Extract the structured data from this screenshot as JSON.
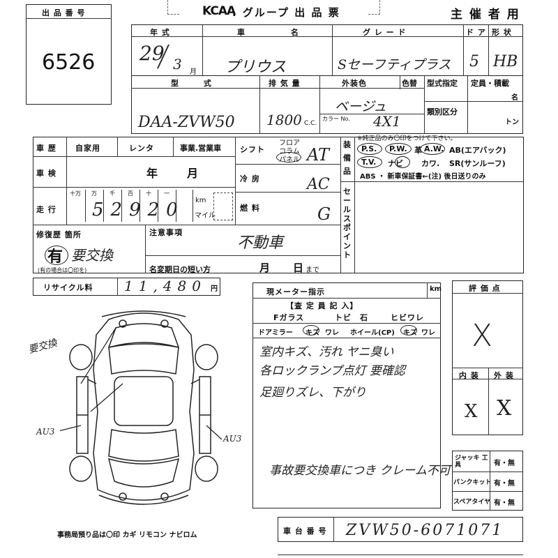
{
  "lot": {
    "label": "出 品 番 号",
    "number": "6526"
  },
  "header": {
    "logo": "KCAA",
    "title": ". グループ 出 品 票",
    "host": "主 催 者 用"
  },
  "row1": {
    "year_label": "年 式",
    "name_label": "車 名",
    "grade_label": "グ レ ー ド",
    "door_label": "ド ア",
    "shape_label": "形 状",
    "year_value": "29",
    "month_value": "3",
    "month_unit": "月",
    "name_value": "プリウス",
    "grade_value": "Sセーフティプラス",
    "door_value": "5",
    "shape_value": "HB"
  },
  "row2": {
    "model_label": "型 式",
    "disp_label": "排 気 量",
    "color_label": "外装色",
    "colorno_label": "色替",
    "spec_label": "型式指定",
    "seat_label": "定員・積載",
    "seat_unit": "名",
    "class_label": "類別区分",
    "ton_unit": "トン",
    "model_value": "DAA-ZVW50",
    "disp_value": "1800",
    "cc_unit": "C.C.",
    "color_value": "ベージュ",
    "colorno_prefix": "カラー No.",
    "colorno_value": "4X1"
  },
  "history": {
    "label": "車 歴",
    "opt1": "自家用",
    "opt2": "レンタ",
    "opt3": "事業.営業車"
  },
  "inspection": {
    "label": "車 検",
    "year": "年",
    "month": "月"
  },
  "mileage": {
    "label": "走 行",
    "digits_labels": [
      "十万",
      "万",
      "千",
      "百",
      "十",
      "一"
    ],
    "value": "52920",
    "km": "km",
    "mile": "マイル"
  },
  "shift": {
    "label": "シフト",
    "o1": "フロア",
    "o2": "コラム",
    "o3": "パネル",
    "value": "AT"
  },
  "ac": {
    "label": "冷 房",
    "value": "AC"
  },
  "fuel": {
    "label": "燃 料",
    "value": "G"
  },
  "equip": {
    "label": "装 備 品",
    "note": "※純正品のみ〇印をつけて下さい。",
    "row1": [
      "P.S.",
      "P.W.",
      "革",
      "A.W.",
      "AB(エアバック)"
    ],
    "row2": [
      "T.V.",
      "ナビ",
      "カワ.",
      "SR(サンルーフ)"
    ],
    "row3": "ABS ・ 新車保証書←(注) 後日送りのみ"
  },
  "sales": {
    "label": "セールスポイント"
  },
  "repair": {
    "label": "修復歴 箇所",
    "value": "有",
    "detail": "要交換",
    "note": "(有の場合は〇印を)"
  },
  "caution": {
    "label": "注意事項",
    "value": "不動車",
    "short_label": "名変期日の短い方",
    "month": "月",
    "day": "日",
    "tail": "まで"
  },
  "recycle": {
    "label": "リサイクル料",
    "value": "11,480",
    "unit": "円"
  },
  "meter": {
    "label": "現メーター指示",
    "unit": "km"
  },
  "inspect": {
    "title": "【査 定 員 記 入】",
    "f_glass": "Fガラス",
    "tobi": "トビ",
    "ishi": "石",
    "hibi": "ヒビワレ",
    "mirror": "ドアミラー",
    "kizu": "キズ",
    "ware": "ワレ",
    "wheel": "ホイール(CP)",
    "kizu2": "キズ",
    "ware2": "ワレ",
    "line1": "室内キズ、汚れ ヤニ臭い",
    "line2": "各ロックランプ点灯 要確認",
    "line3": "足廻りズレ、下がり",
    "line4": "事故要交換車につき クレーム不可"
  },
  "score": {
    "label": "評 価 点",
    "value": "X",
    "in_label": "内 装",
    "out_label": "外 装",
    "in_value": "X",
    "out_value": "X"
  },
  "tools": {
    "jack": "ジャッキ 工 具",
    "puncture": "パンクキット",
    "spare": "スペアタイヤ",
    "yn": "有・無"
  },
  "diagram": {
    "note1": "要交換",
    "note2": "AU3",
    "note3": "AU3"
  },
  "office": {
    "text": "事務局預り品は〇印 カギ リモコン ナビロム"
  },
  "chassis": {
    "label": "車 台 番 号",
    "value": "ZVW50-6071071"
  }
}
